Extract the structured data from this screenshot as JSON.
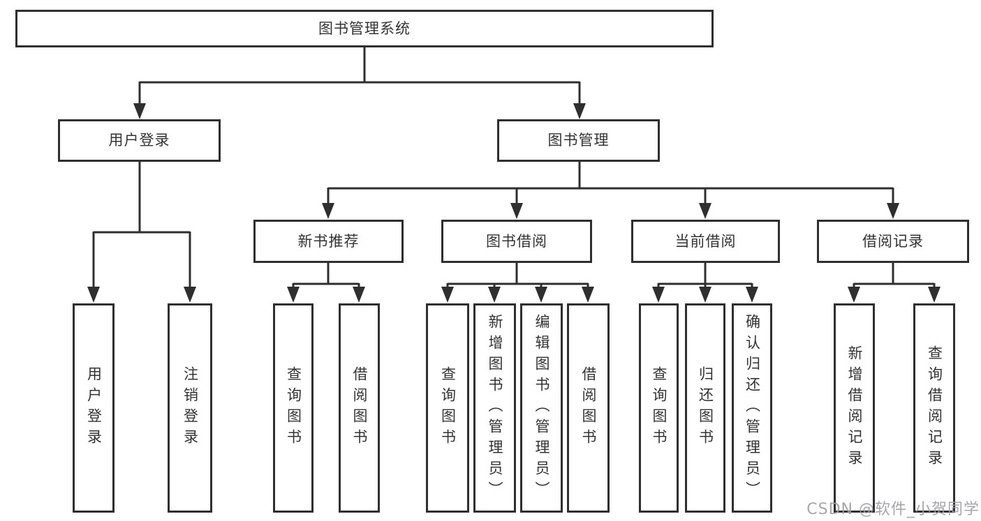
{
  "diagram": {
    "root_label": "图书管理系统",
    "branches": [
      {
        "label": "用户登录",
        "leaves": [
          "用户登录",
          "注销登录"
        ]
      },
      {
        "label": "图书管理",
        "groups": [
          {
            "label": "新书推荐",
            "leaves": [
              "查询图书",
              "借阅图书"
            ]
          },
          {
            "label": "图书借阅",
            "leaves": [
              "查询图书",
              "新增图书（管理员）",
              "编辑图书（管理员）",
              "借阅图书"
            ]
          },
          {
            "label": "当前借阅",
            "leaves": [
              "查询图书",
              "归还图书",
              "确认归还（管理员）"
            ]
          },
          {
            "label": "借阅记录",
            "leaves": [
              "新增借阅记录",
              "查询借阅记录"
            ]
          }
        ]
      }
    ],
    "watermark": "CSDN @软件_小贺同学",
    "colors": {
      "line": "#2f2f2f",
      "text": "#333333",
      "watermark": "#9e9ea6",
      "background": "#ffffff"
    }
  }
}
